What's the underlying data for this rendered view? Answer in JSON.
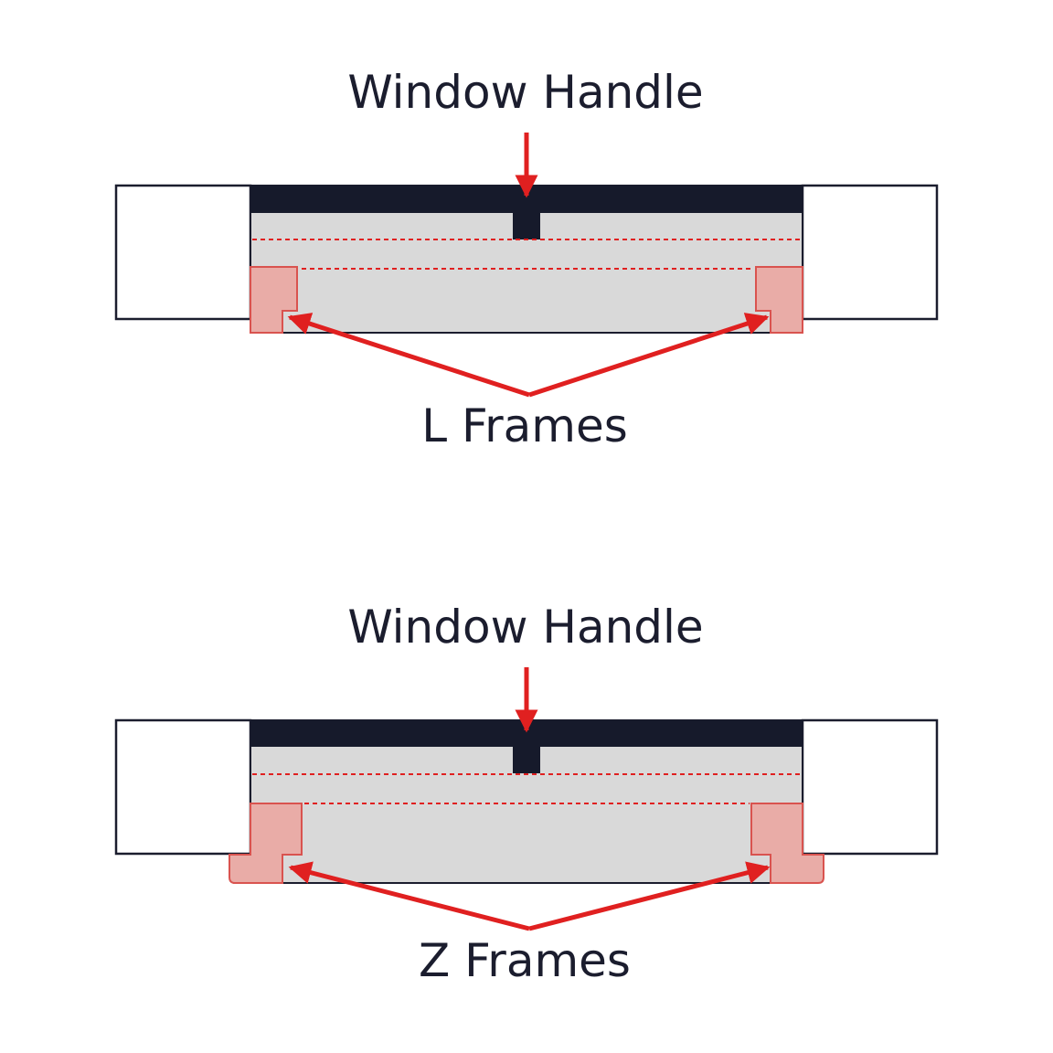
{
  "colors": {
    "dark": "#161a2b",
    "glass": "#d9d9d9",
    "arrow": "#e02020",
    "frame_fill": "#e9aca7",
    "frame_stroke": "#d9534f",
    "outline": "#1b1d2e"
  },
  "panels": [
    {
      "handle_label": "Window Handle",
      "frames_label": "L Frames",
      "frame_type": "L"
    },
    {
      "handle_label": "Window Handle",
      "frames_label": "Z Frames",
      "frame_type": "Z"
    }
  ]
}
